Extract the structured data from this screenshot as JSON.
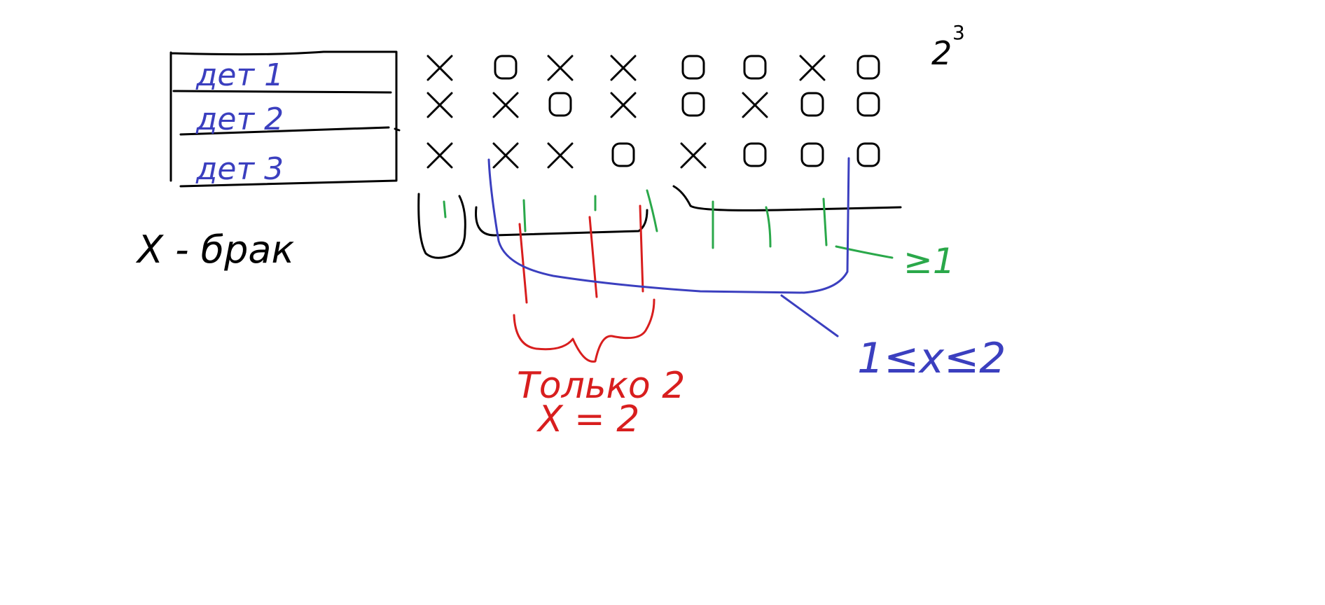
{
  "colors": {
    "black": "#000000",
    "blue": "#3b3fbf",
    "red": "#d81e1e",
    "green": "#2aa84a"
  },
  "table": {
    "rows": [
      "дет 1",
      "дет 2",
      "дет 3"
    ]
  },
  "legend": "X - брак",
  "power_base": "2",
  "power_exp": "3",
  "annotations": {
    "green": "≥1",
    "blue": "1≤x≤2",
    "red_line1": "Только 2",
    "red_line2": "X = 2"
  },
  "grid": {
    "row1": [
      "X",
      "O",
      "X",
      "X",
      "O",
      "O",
      "X",
      "O"
    ],
    "row2": [
      "X",
      "X",
      "O",
      "X",
      "O",
      "X",
      "O",
      "O"
    ],
    "row3": [
      "X",
      "X",
      "X",
      "O",
      "X",
      "O",
      "O",
      "O"
    ]
  }
}
